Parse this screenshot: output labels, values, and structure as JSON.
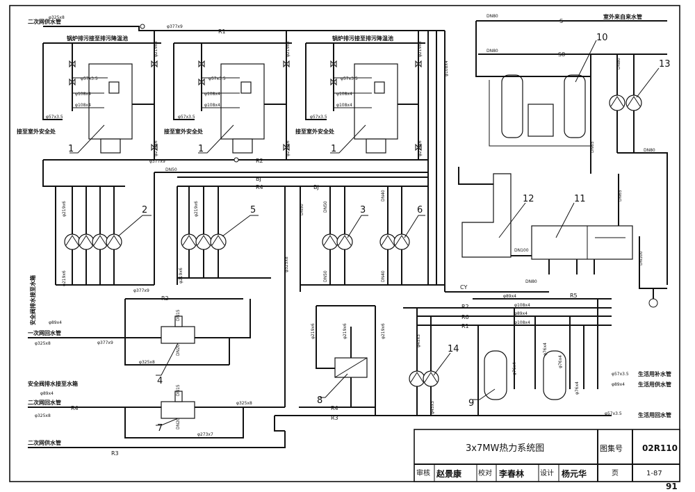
{
  "title_block": {
    "title": "3x7MW热力系统图",
    "atlas_label": "图集号",
    "atlas_no": "02R110",
    "review_label": "审核",
    "check_label": "校对",
    "design_label": "设计",
    "page_label": "页",
    "page_no": "1-87",
    "reviewer_sig": "赵景康",
    "checker_sig": "李春林",
    "designer_sig": "杨元华"
  },
  "sheet_number": "91",
  "pipe_labels": {
    "R1": "R1",
    "R2": "R2",
    "R3": "R3",
    "R4": "R4",
    "R5": "R5",
    "R6": "R6",
    "BJ": "BJ",
    "CY": "CY",
    "S": "S",
    "S8": "S8"
  },
  "notes": {
    "secondary_supply_top": "二次网供水管",
    "boiler_drain_1": "锅炉排污接至排污降温池",
    "boiler_drain_2": "锅炉排污接至排污降温池",
    "outdoor_safety_1": "接至室外安全处",
    "outdoor_safety_2": "接至室外安全处",
    "outdoor_safety_3": "接至室外安全处",
    "outdoor_water": "室外来自来水管",
    "relief_drain_vertical": "安全阀排水接至水箱",
    "relief_drain_horizontal": "安全阀排水接至水箱",
    "secondary_return_1": "一次网回水管",
    "secondary_return_2": "二次网回水管",
    "secondary_supply_bottom": "二次网供水管",
    "domestic_makeup": "生活用补水管",
    "domestic_supply": "生活用供水管",
    "domestic_return": "生活用回水管"
  },
  "sizes": {
    "s325x8_a": "φ325x8",
    "s325x8_b": "φ325x8",
    "s325x8_c": "φ325x8",
    "s325x8_d": "φ325x8",
    "s325x8_e": "φ325x8",
    "s325x8_v": "φ325x8",
    "s377x9_a": "φ377x9",
    "s377x9_b": "φ377x9",
    "s377x9_c": "φ377x9",
    "s377x9_d": "φ377x9",
    "s219x6_a": "φ219x6",
    "s219x6_b": "φ219x6",
    "s219x6_c": "φ219x6",
    "s219x6_d": "φ219x6",
    "s219x6_e": "φ219x6",
    "s219x6_f": "φ219x6",
    "s219x6_g": "φ219x6",
    "s219x6_h": "φ219x6",
    "s219x6_i": "φ219x6",
    "s219x6_j": "φ219x6",
    "s219x6_k": "φ219x6",
    "s219x6_l": "φ219x6",
    "s219x6_m": "φ219x6",
    "s108x4_a": "φ108x4",
    "s108x4_b": "φ108x4",
    "s108x4_c": "φ108x4",
    "s108x4_d": "φ108x4",
    "s108x4_e": "φ108x4",
    "s108x4_f": "φ108x4",
    "s108x4_g": "φ108x4",
    "s108x4_h": "φ108x4",
    "s108x4_v": "φ108x4",
    "s57x3_a": "φ57x3.5",
    "s57x3_b": "φ57x3.5",
    "s57x3_c": "φ57x3.5",
    "s57x3_d": "φ57x3.5",
    "s57x3_e": "φ57x3.5",
    "s57x3_f": "φ57x3.5",
    "s57x3_g": "φ57x3.5",
    "s57x3_h": "φ57x3.5",
    "s89x4_a": "φ89x4",
    "s89x4_b": "φ89x4",
    "s89x4_c": "φ89x4",
    "s89x4_d": "φ89x4",
    "s89x4_e": "φ89x4",
    "s76x4_a": "φ76x4",
    "s76x4_b": "φ76x4",
    "s76x4_c": "φ76x4",
    "s76x4_d": "φ76x4",
    "s45x3_a": "φ45x3",
    "s45x3_b": "φ45x3",
    "s273x7": "φ273x7",
    "dn80_a": "DN80",
    "dn80_b": "DN80",
    "dn80_c": "DN80",
    "dn80_d": "DN80",
    "dn80_e": "DN80",
    "dn65_a": "DN65",
    "dn65_b": "DN65",
    "dn100_a": "DN100",
    "dn100_b": "DN100",
    "dn50_a": "DN50",
    "dn50_b": "DN50",
    "dn50_c": "DN50",
    "dn50_d": "DN50",
    "dn40_a": "DN40",
    "dn40_b": "DN40",
    "dn15_a": "DN15",
    "dn15_b": "DN15",
    "dn20_a": "DN20",
    "dn20_b": "DN20"
  },
  "callouts": {
    "c1a": "1",
    "c1b": "1",
    "c1c": "1",
    "c2": "2",
    "c3": "3",
    "c4": "4",
    "c5": "5",
    "c6": "6",
    "c7": "7",
    "c8": "8",
    "c9": "9",
    "c10": "10",
    "c11": "11",
    "c12": "12",
    "c13": "13",
    "c14": "14"
  }
}
